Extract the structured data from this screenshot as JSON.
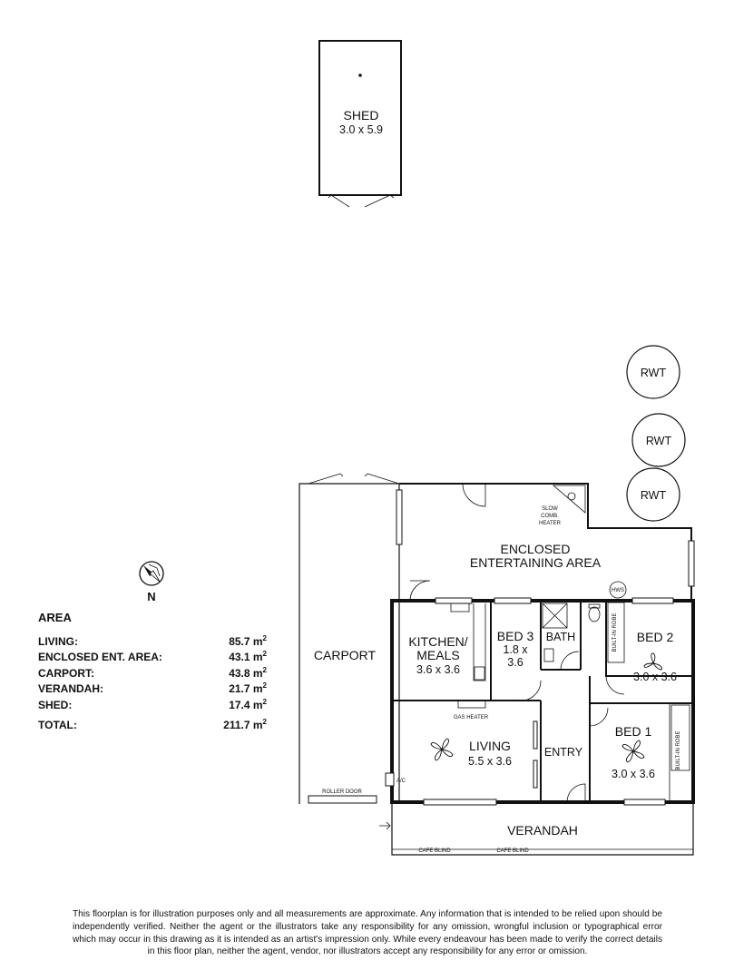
{
  "rooms": {
    "shed": {
      "name": "SHED",
      "dims": "3.0 x 5.9"
    },
    "enclosed": {
      "line1": "ENCLOSED",
      "line2": "ENTERTAINING AREA"
    },
    "carport": {
      "name": "CARPORT"
    },
    "kitchen": {
      "line1": "KITCHEN/",
      "line2": "MEALS",
      "dims": "3.6 x 3.6"
    },
    "bed3": {
      "name": "BED 3",
      "dims1": "1.8 x",
      "dims2": "3.6"
    },
    "bath": {
      "name": "BATH"
    },
    "bed2": {
      "name": "BED 2",
      "dims": "3.0 x 3.6"
    },
    "living": {
      "name": "LIVING",
      "dims": "5.5 x 3.6"
    },
    "entry": {
      "name": "ENTRY"
    },
    "bed1": {
      "name": "BED 1",
      "dims": "3.0 x 3.6"
    },
    "verandah": {
      "name": "VERANDAH"
    }
  },
  "fixtures": {
    "rwt": "RWT",
    "slow_comb_1": "SLOW",
    "slow_comb_2": "COMB.",
    "slow_comb_3": "HEATER",
    "hws": "HWS",
    "built_in_robe": "BUILT-IN ROBE",
    "gas_heater": "GAS HEATER",
    "ac": "A/C",
    "roller_door": "ROLLER DOOR",
    "cafe_blind": "CAFE BLIND"
  },
  "compass": {
    "north": "N"
  },
  "area": {
    "title": "AREA",
    "rows": [
      {
        "label": "LIVING:",
        "value": "85.7 m"
      },
      {
        "label": "ENCLOSED ENT. AREA:",
        "value": "43.1 m"
      },
      {
        "label": "CARPORT:",
        "value": "43.8 m"
      },
      {
        "label": "VERANDAH:",
        "value": "21.7 m"
      },
      {
        "label": "SHED:",
        "value": "17.4 m"
      }
    ],
    "total": {
      "label": "TOTAL:",
      "value": "211.7 m"
    },
    "unit_sup": "2"
  },
  "disclaimer": "This floorplan is for illustration purposes only and all measurements are approximate. Any information that is intended to be relied upon should be independently verified. Neither the agent or the illustrators take any responsibility for any omission, wrongful inclusion or typographical error which may occur in this drawing as it is intended as an artist's impression only. While every endeavour has been made to verify the correct details in this floor plan, neither the agent, vendor, nor illustrators accept any responsibility for any error or omission."
}
